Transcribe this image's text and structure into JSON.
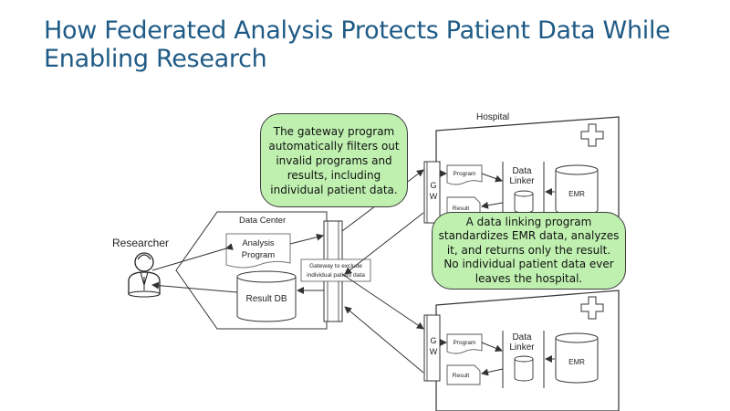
{
  "slide": {
    "title": "How Federated Analysis Protects Patient Data While Enabling Research"
  },
  "diagram": {
    "researcher_label": "Researcher",
    "data_center": {
      "label": "Data Center",
      "analysis_program": [
        "Analysis",
        "Program"
      ],
      "result_db": "Result DB",
      "gateway_note": [
        "Gateway to exclude",
        "individual patient data"
      ]
    },
    "hospital_label": "Hospital",
    "hospital_top": {
      "gw": [
        "G",
        "W"
      ],
      "program": "Program",
      "result": "Result",
      "data_linker": [
        "Data",
        "Linker"
      ],
      "emr": "EMR"
    },
    "hospital_bottom": {
      "gw": [
        "G",
        "W"
      ],
      "program": "Program",
      "result": "Result",
      "data_linker": [
        "Data",
        "Linker"
      ],
      "emr": "EMR"
    },
    "callout_gateway": "The gateway program automatically filters out invalid programs and results, including individual patient data.",
    "callout_linker": "A data linking program standardizes EMR data, analyzes it, and returns only the result. No individual patient data ever leaves the hospital."
  },
  "colors": {
    "title": "#1f5b86",
    "callout_fill": "#bff0b0",
    "line": "#333333"
  }
}
